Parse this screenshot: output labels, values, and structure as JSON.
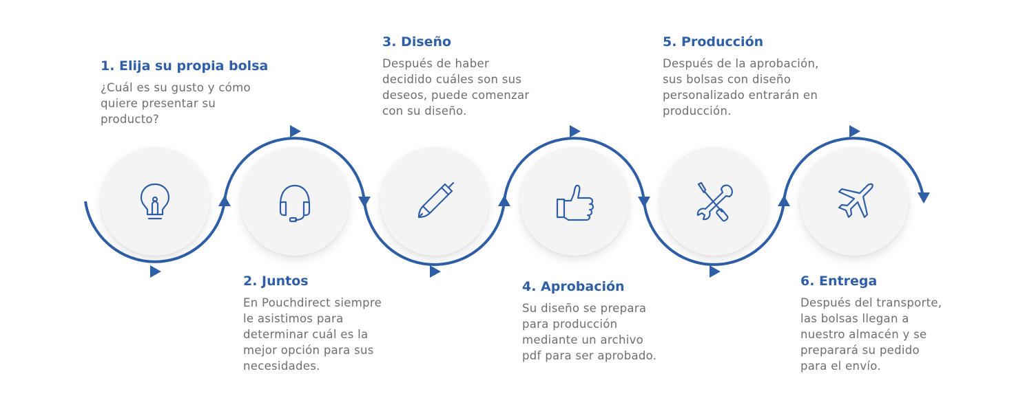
{
  "steps": [
    {
      "title": "1. Elija su propia bolsa",
      "desc": "¿Cuál es su gusto y cómo\nquiere presentar su\nproducto?",
      "icon": "lightbulb-icon"
    },
    {
      "title": "2. Juntos",
      "desc": "En Pouchdirect siempre\nle asistimos para\ndeterminar cuál es la\nmejor opción para sus\nnecesidades.",
      "icon": "headset-icon"
    },
    {
      "title": "3. Diseño",
      "desc": "Después de haber\ndecidido cuáles son sus\ndeseos, puede comenzar\ncon su diseño.",
      "icon": "pen-icon"
    },
    {
      "title": "4. Aprobación",
      "desc": "Su diseño se prepara\npara producción\nmediante un archivo\npdf para ser aprobado.",
      "icon": "thumbs-up-icon"
    },
    {
      "title": "5. Producción",
      "desc": "Después de la aprobación,\nsus bolsas con diseño\npersonalizado entrarán en\nproducción.",
      "icon": "tools-icon"
    },
    {
      "title": "6. Entrega",
      "desc": "Después del transporte,\nlas bolsas llegan a\nnuestro almacén y se\npreparará su pedido\npara el envío.",
      "icon": "airplane-icon"
    }
  ],
  "colors": {
    "accent": "#2e5fa6",
    "text": "#6e6e6e",
    "circle": "#f4f4f4"
  }
}
